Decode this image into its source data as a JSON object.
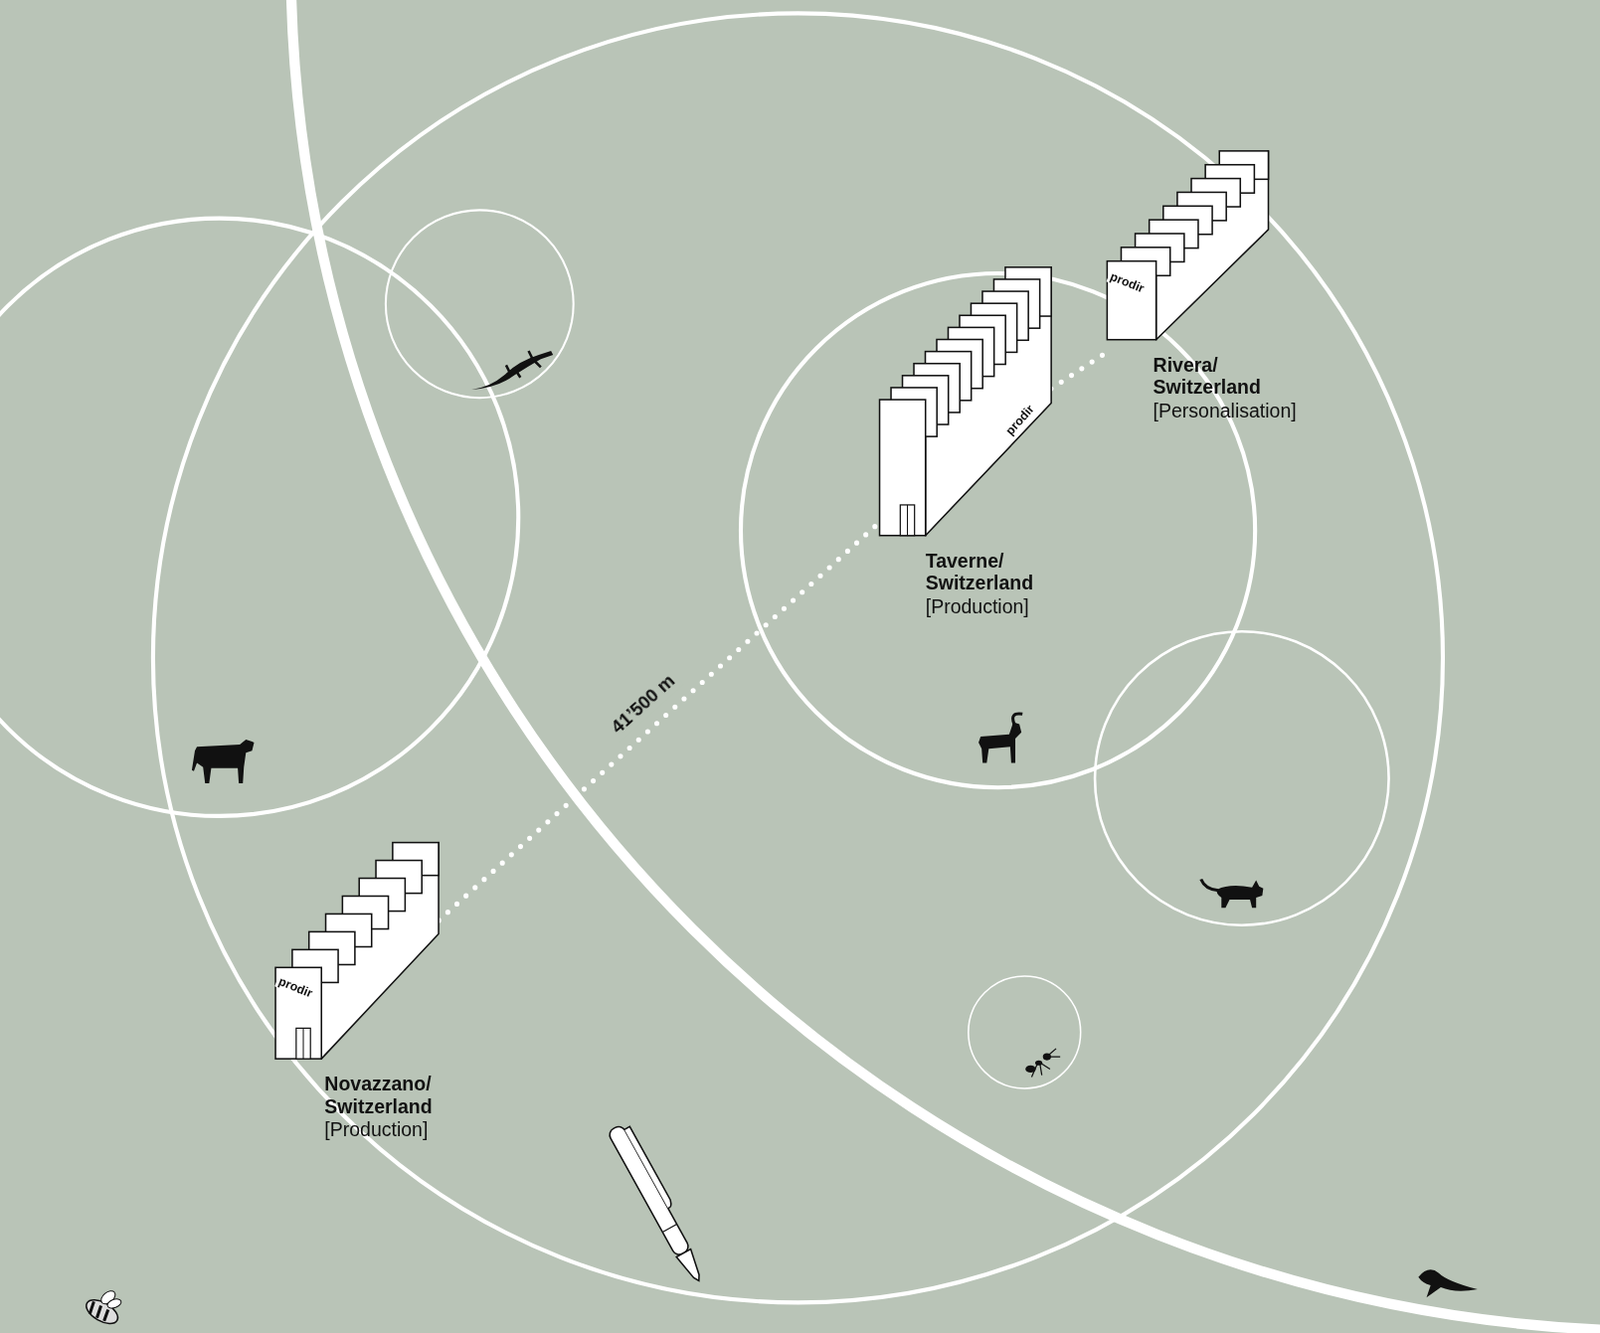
{
  "diagram": {
    "nodes": [
      {
        "text": [
          "prodir",
          "Rivera/ Switzerland",
          "[Personalisation]"
        ]
      },
      {
        "text": [
          "prodir",
          "Taverne/ Switzerland",
          "[Production]"
        ]
      },
      {
        "text": [
          "prodir",
          "Novazzano/ Switzerland",
          "[Production]"
        ]
      }
    ],
    "edges": [
      {
        "from": 2,
        "to": 1,
        "arrow": "none",
        "label": "41’500 m"
      },
      {
        "from": 1,
        "to": 0,
        "arrow": "none"
      }
    ]
  }
}
